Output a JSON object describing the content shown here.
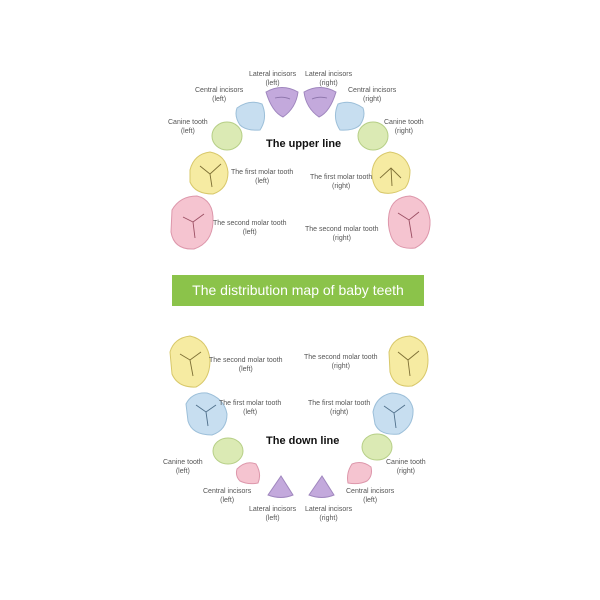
{
  "title": "The distribution map of baby teeth",
  "upper": {
    "heading": "The upper line",
    "lateral_left": [
      "Lateral incisors",
      "(left)"
    ],
    "lateral_right": [
      "Lateral incisors",
      "(right)"
    ],
    "central_left": [
      "Central incisors",
      "(left)"
    ],
    "central_right": [
      "Central incisors",
      "(right)"
    ],
    "canine_left": [
      "Canine tooth",
      "(left)"
    ],
    "canine_right": [
      "Canine tooth",
      "(right)"
    ],
    "first_molar_left": [
      "The first molar tooth",
      "(left)"
    ],
    "first_molar_right": [
      "The first molar tooth",
      "(right)"
    ],
    "second_molar_left": [
      "The second molar tooth",
      "(left)"
    ],
    "second_molar_right": [
      "The second molar tooth",
      "(right)"
    ]
  },
  "lower": {
    "heading": "The down line",
    "second_molar_left": [
      "The second molar tooth",
      "(left)"
    ],
    "second_molar_right": [
      "The second molar tooth",
      "(right)"
    ],
    "first_molar_left": [
      "The first molar tooth",
      "(left)"
    ],
    "first_molar_right": [
      "The first molar tooth",
      "(right)"
    ],
    "canine_left": [
      "Canine tooth",
      "(left)"
    ],
    "canine_right": [
      "Canine tooth",
      "(right)"
    ],
    "central_left": [
      "Central incisors",
      "(left)"
    ],
    "central_right": [
      "Central incisors",
      "(left)"
    ],
    "lateral_left": [
      "Lateral incisors",
      "(left)"
    ],
    "lateral_right": [
      "Lateral incisors",
      "(right)"
    ]
  },
  "colors": {
    "incisor_purple": "#c3a9dc",
    "incisor_blue": "#c7def0",
    "canine_green": "#dbeab4",
    "molar_yellow": "#f6eba2",
    "molar_pink": "#f5c4d0",
    "molar_blue": "#c7def0",
    "lower_incisor_pink": "#f5c4d0",
    "lower_incisor_purple": "#c3a9dc",
    "banner_green": "#8bc34a"
  }
}
